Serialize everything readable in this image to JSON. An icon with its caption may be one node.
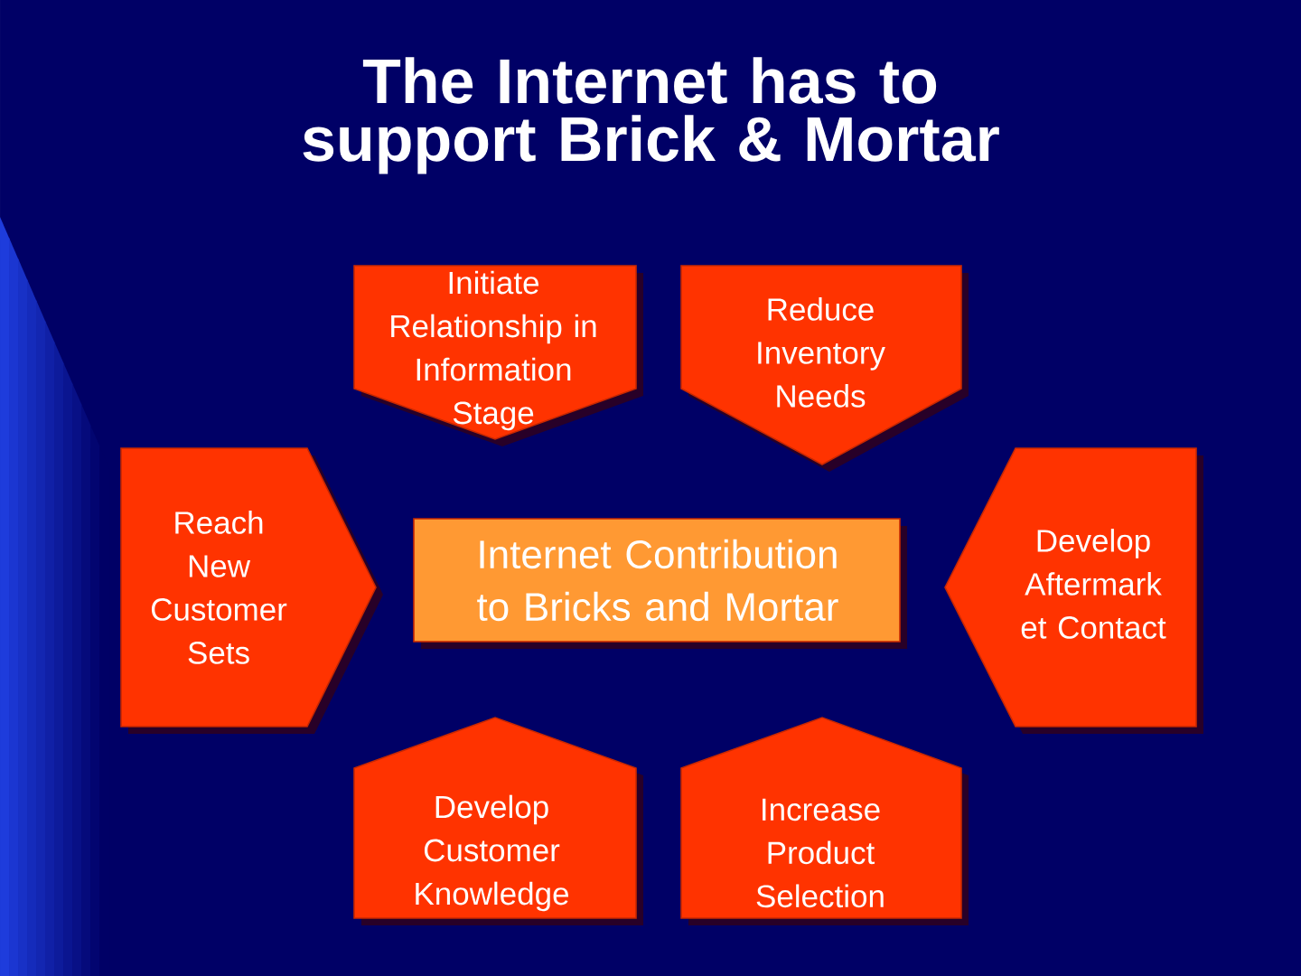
{
  "diagram": {
    "title": "The Internet has to support Brick & Mortar",
    "nodes": [
      {
        "text": [
          "Initiate Relationship in Information Stage"
        ]
      },
      {
        "text": [
          "Reduce Inventory Needs"
        ]
      },
      {
        "text": [
          "Reach New Customer Sets"
        ]
      },
      {
        "text": [
          "Internet Contribution to Bricks and Mortar"
        ]
      },
      {
        "text": [
          "Develop Aftermark et Contact"
        ]
      },
      {
        "text": [
          "Develop Customer Knowledge"
        ]
      },
      {
        "text": [
          "Increase Product Selection"
        ]
      }
    ]
  }
}
